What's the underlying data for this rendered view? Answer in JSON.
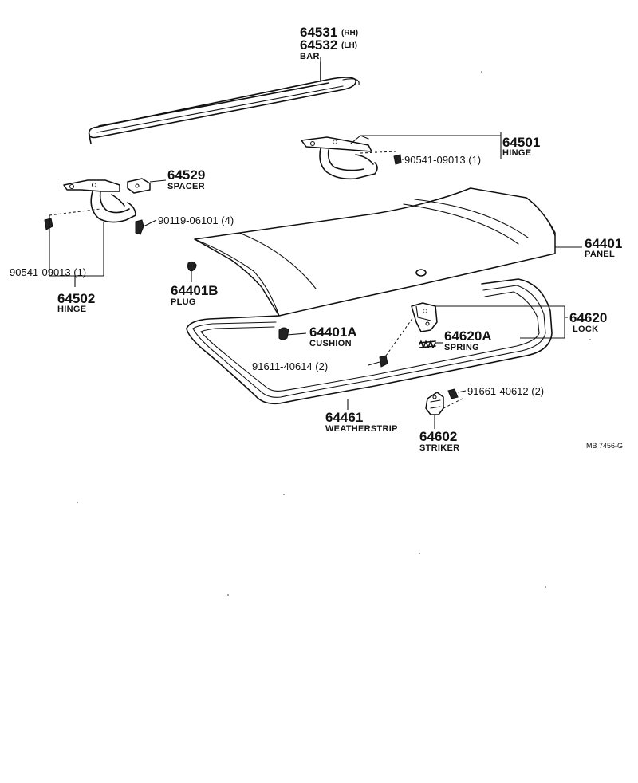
{
  "callouts": {
    "bar": {
      "rh_number": "64531",
      "rh_side": "(RH)",
      "lh_number": "64532",
      "lh_side": "(LH)",
      "name": "BAR"
    },
    "hinge_right": {
      "number": "64501",
      "name": "HINGE"
    },
    "hinge_right_bolt": {
      "label": "90541-09013 (1)"
    },
    "spacer": {
      "number": "64529",
      "name": "SPACER"
    },
    "spacer_bolt": {
      "label": "90119-06101 (4)"
    },
    "hinge_left_bolt": {
      "label": "90541-09013 (1)"
    },
    "hinge_left": {
      "number": "64502",
      "name": "HINGE"
    },
    "panel": {
      "number": "64401",
      "name": "PANEL"
    },
    "plug": {
      "number": "64401B",
      "name": "PLUG"
    },
    "cushion": {
      "number": "64401A",
      "name": "CUSHION"
    },
    "lock": {
      "number": "64620",
      "name": "LOCK"
    },
    "spring": {
      "number": "64620A",
      "name": "SPRING"
    },
    "lock_bolt": {
      "label": "91611-40614 (2)"
    },
    "striker_bolt": {
      "label": "91661-40612 (2)"
    },
    "weatherstrip": {
      "number": "64461",
      "name": "WEATHERSTRIP"
    },
    "striker": {
      "number": "64602",
      "name": "STRIKER"
    }
  },
  "figure_ref": "MB 7456-G",
  "colors": {
    "ink": "#111111",
    "paper": "#ffffff"
  }
}
